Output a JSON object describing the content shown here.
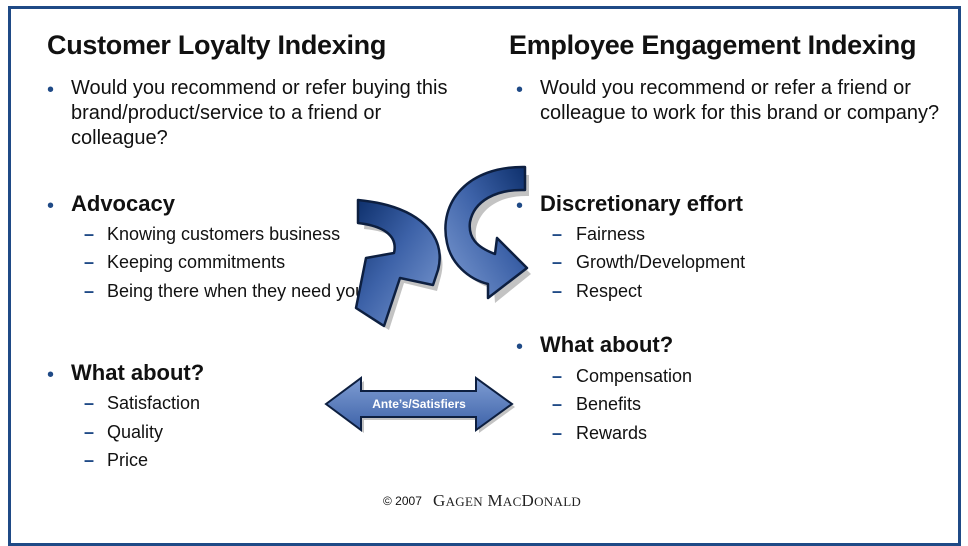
{
  "left": {
    "title": "Customer Loyalty Indexing",
    "question_lines": [
      "Would you recommend or refer buying this",
      "brand/product/service to a friend or",
      "colleague?"
    ],
    "section1": {
      "heading": "Advocacy",
      "items": [
        "Knowing customers business",
        "Keeping commitments",
        "Being there when they need you"
      ]
    },
    "section2": {
      "heading": "What about?",
      "items": [
        "Satisfaction",
        "Quality",
        "Price"
      ]
    }
  },
  "right": {
    "title": "Employee Engagement Indexing",
    "question_lines": [
      "Would you recommend or refer a friend or",
      "colleague to work for this brand or company?"
    ],
    "section1": {
      "heading": "Discretionary effort",
      "items": [
        "Fairness",
        "Growth/Development",
        "Respect"
      ]
    },
    "section2": {
      "heading": "What about?",
      "items": [
        "Compensation",
        "Benefits",
        "Rewards"
      ]
    }
  },
  "center_arrow_label": "Ante’s/Satisfiers",
  "footer": {
    "copyright": "© 2007",
    "brand_first_initial": "G",
    "brand_first_rest": "AGEN",
    "brand_last_initial": "M",
    "brand_last_mid": "AC",
    "brand_last_initial2": "D",
    "brand_last_rest": "ONALD"
  },
  "colors": {
    "accent": "#1f4a86",
    "arrow_fill": "#5b7bbd",
    "arrow_dark": "#0d2f6b"
  }
}
